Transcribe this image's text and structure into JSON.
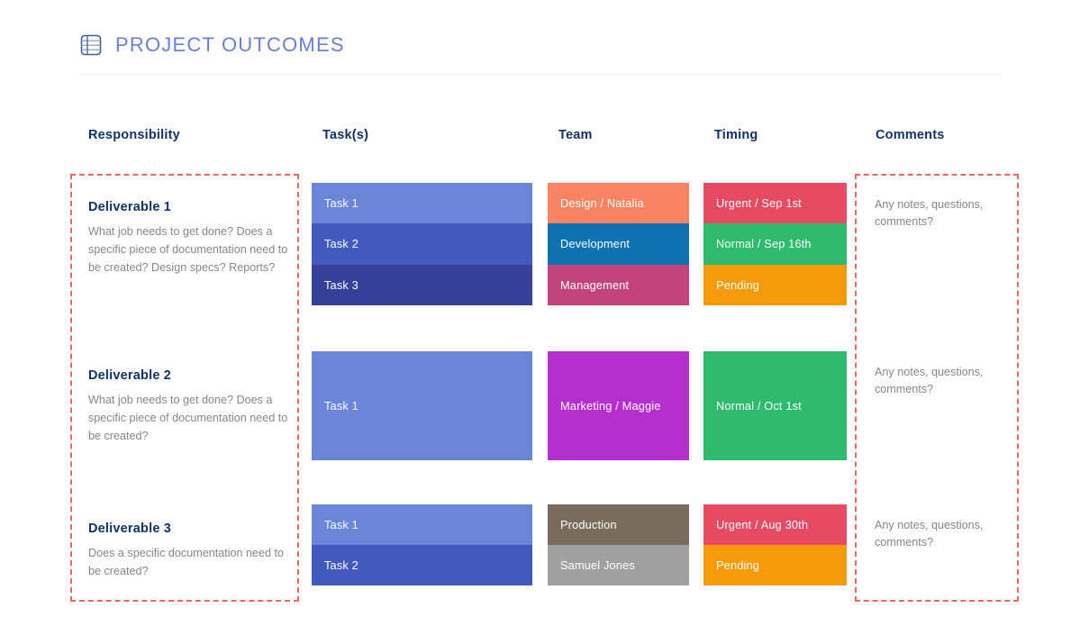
{
  "header": {
    "title": "PROJECT OUTCOMES",
    "icon": "table-grid-icon",
    "title_color": "#6b7fd6"
  },
  "columns": [
    {
      "key": "responsibility",
      "label": "Responsibility"
    },
    {
      "key": "tasks",
      "label": "Task(s)"
    },
    {
      "key": "team",
      "label": "Team"
    },
    {
      "key": "timing",
      "label": "Timing"
    },
    {
      "key": "comments",
      "label": "Comments"
    }
  ],
  "rows": [
    {
      "responsibility": {
        "title": "Deliverable 1",
        "description": "What job needs to get done? Does a specific piece of documentation need to be created? Design specs? Reports?"
      },
      "tasks": [
        {
          "label": "Task 1",
          "color": "#6b86d9"
        },
        {
          "label": "Task 2",
          "color": "#4259be"
        },
        {
          "label": "Task 3",
          "color": "#35409a"
        }
      ],
      "team": [
        {
          "label": "Design / Natalia",
          "color": "#f98363"
        },
        {
          "label": "Development",
          "color": "#0e71b0"
        },
        {
          "label": "Management",
          "color": "#c2447a"
        }
      ],
      "timing": [
        {
          "label": "Urgent / Sep 1st",
          "color": "#e84a63"
        },
        {
          "label": "Normal / Sep 16th",
          "color": "#2fbb6e"
        },
        {
          "label": "Pending",
          "color": "#f59b0b"
        }
      ],
      "comments": "Any notes, questions, comments?"
    },
    {
      "responsibility": {
        "title": "Deliverable 2",
        "description": "What job needs to get done? Does a specific piece of documentation need to be created?"
      },
      "tasks": [
        {
          "label": "Task 1",
          "color": "#6b86d9"
        }
      ],
      "team": [
        {
          "label": "Marketing / Maggie",
          "color": "#b52fcf"
        }
      ],
      "timing": [
        {
          "label": "Normal / Oct 1st",
          "color": "#2fbb6e"
        }
      ],
      "comments": "Any notes, questions, comments?"
    },
    {
      "responsibility": {
        "title": "Deliverable 3",
        "description": "Does a specific documentation need to be created?"
      },
      "tasks": [
        {
          "label": "Task 1",
          "color": "#6b86d9"
        },
        {
          "label": "Task 2",
          "color": "#4259be"
        }
      ],
      "team": [
        {
          "label": "Production",
          "color": "#7a6c5d"
        },
        {
          "label": "Samuel Jones",
          "color": "#a0a0a0"
        }
      ],
      "timing": [
        {
          "label": "Urgent / Aug 30th",
          "color": "#e84a63"
        },
        {
          "label": "Pending",
          "color": "#f59b0b"
        }
      ],
      "comments": "Any notes, questions, comments?"
    }
  ],
  "outline": {
    "color": "#e8695f",
    "style": "dashed"
  }
}
